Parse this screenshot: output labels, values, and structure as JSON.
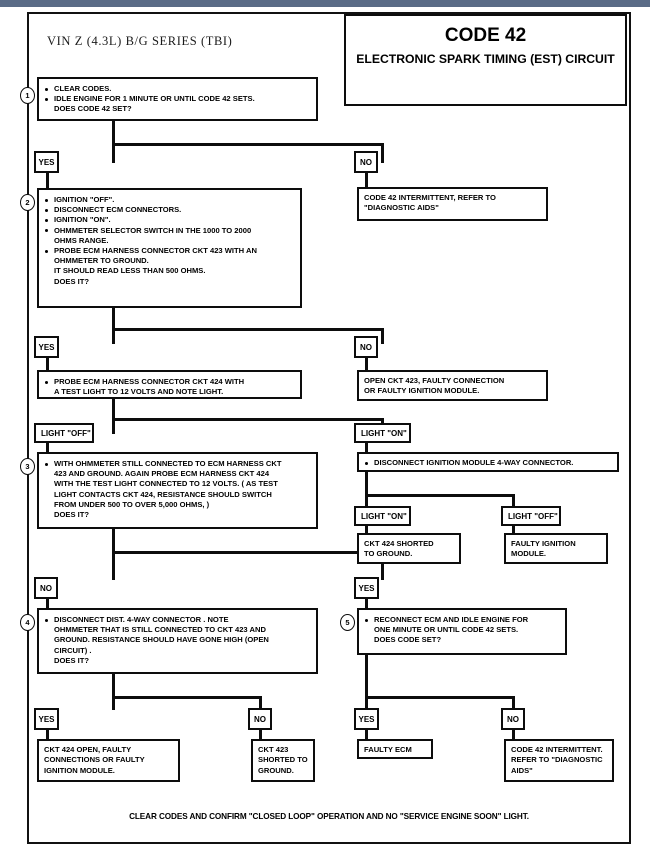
{
  "header": {
    "vin_line": "VIN Z (4.3L) B/G SERIES (TBI)",
    "code_title": "CODE 42",
    "circuit_title": "ELECTRONIC SPARK TIMING (EST) CIRCUIT"
  },
  "steps": {
    "s1": {
      "number": "1",
      "lines": [
        {
          "bullet": true,
          "text": "CLEAR CODES."
        },
        {
          "bullet": true,
          "text": "IDLE ENGINE FOR 1 MINUTE OR UNTIL CODE 42 SETS."
        },
        {
          "bullet": false,
          "text": "DOES CODE 42 SET?"
        }
      ]
    },
    "s2": {
      "number": "2",
      "lines": [
        {
          "bullet": true,
          "text": "IGNITION \"OFF\"."
        },
        {
          "bullet": true,
          "text": "DISCONNECT ECM CONNECTORS."
        },
        {
          "bullet": true,
          "text": "IGNITION \"ON\"."
        },
        {
          "bullet": true,
          "text": "OHMMETER SELECTOR SWITCH IN THE 1000 TO 2000"
        },
        {
          "bullet": false,
          "text": "OHMS RANGE."
        },
        {
          "bullet": true,
          "text": "PROBE ECM HARNESS CONNECTOR CKT 423  WITH AN"
        },
        {
          "bullet": false,
          "text": "OHMMETER TO GROUND."
        },
        {
          "bullet": false,
          "text": "IT SHOULD READ LESS THAN 500 OHMS."
        },
        {
          "bullet": false,
          "text": "DOES IT?"
        }
      ]
    },
    "s2a": {
      "lines": [
        {
          "bullet": true,
          "text": "PROBE ECM HARNESS CONNECTOR CKT 424 WITH"
        },
        {
          "bullet": false,
          "text": "A TEST LIGHT TO 12  VOLTS AND NOTE LIGHT."
        }
      ]
    },
    "s3": {
      "number": "3",
      "lines": [
        {
          "bullet": true,
          "text": "WITH OHMMETER STILL CONNECTED TO ECM HARNESS CKT"
        },
        {
          "bullet": false,
          "text": "423 AND GROUND.  AGAIN PROBE ECM HARNESS CKT 424"
        },
        {
          "bullet": false,
          "text": "WITH THE TEST LIGHT CONNECTED TO 12 VOLTS.  ( AS TEST"
        },
        {
          "bullet": false,
          "text": "LIGHT CONTACTS CKT 424, RESISTANCE SHOULD SWITCH"
        },
        {
          "bullet": false,
          "text": "FROM UNDER 500 TO OVER 5,000 OHMS, )"
        },
        {
          "bullet": false,
          "text": "DOES IT?"
        }
      ]
    },
    "s3r": {
      "lines": [
        {
          "bullet": true,
          "text": "DISCONNECT IGNITION MODULE 4-WAY CONNECTOR."
        }
      ]
    },
    "s4": {
      "number": "4",
      "lines": [
        {
          "bullet": true,
          "text": "DISCONNECT DIST. 4-WAY CONNECTOR .  NOTE"
        },
        {
          "bullet": false,
          "text": "OHMMETER THAT IS STILL CONNECTED TO CKT 423  AND"
        },
        {
          "bullet": false,
          "text": "GROUND. RESISTANCE SHOULD HAVE GONE HIGH (OPEN"
        },
        {
          "bullet": false,
          "text": "CIRCUIT) ."
        },
        {
          "bullet": false,
          "text": "DOES IT?"
        }
      ]
    },
    "s5": {
      "number": "5",
      "lines": [
        {
          "bullet": true,
          "text": "RECONNECT ECM AND IDLE ENGINE FOR"
        },
        {
          "bullet": false,
          "text": "ONE MINUTE OR UNTIL CODE 42 SETS."
        },
        {
          "bullet": false,
          "text": "DOES CODE SET?"
        }
      ]
    }
  },
  "branch_labels": {
    "yes1": "YES",
    "no1": "NO",
    "yes2": "YES",
    "no2": "NO",
    "light_off_1": "LIGHT \"OFF\"",
    "light_on_1": "LIGHT \"ON\"",
    "light_on_2": "LIGHT \"ON\"",
    "light_off_2": "LIGHT \"OFF\"",
    "no3": "NO",
    "yes3": "YES",
    "yes4": "YES",
    "no4": "NO",
    "yes5": "YES",
    "no5": "NO"
  },
  "outcomes": {
    "code42_intermittent_1": "CODE 42 INTERMITTENT,  REFER TO\n\"DIAGNOSTIC AIDS\"",
    "open_ckt423": "OPEN CKT 423, FAULTY CONNECTION\nOR FAULTY IGNITION MODULE.",
    "ckt424_shorted": "CKT 424  SHORTED\nTO GROUND.",
    "faulty_ignition_module": "FAULTY IGNITION\nMODULE.",
    "ckt424_open": "CKT 424 OPEN, FAULTY\nCONNECTIONS OR FAULTY\nIGNITION MODULE.",
    "ckt423_shorted": "CKT 423\nSHORTED TO\nGROUND.",
    "faulty_ecm": "FAULTY ECM",
    "code42_intermittent_2": "CODE 42 INTERMITTENT.\nREFER TO \"DIAGNOSTIC\nAIDS\""
  },
  "footer": {
    "text": "CLEAR CODES AND CONFIRM \"CLOSED LOOP\" OPERATION AND NO \"SERVICE ENGINE SOON\" LIGHT."
  },
  "colors": {
    "ink": "#0d0d0d",
    "page": "#ffffff",
    "chrome": "#5a6b86"
  }
}
